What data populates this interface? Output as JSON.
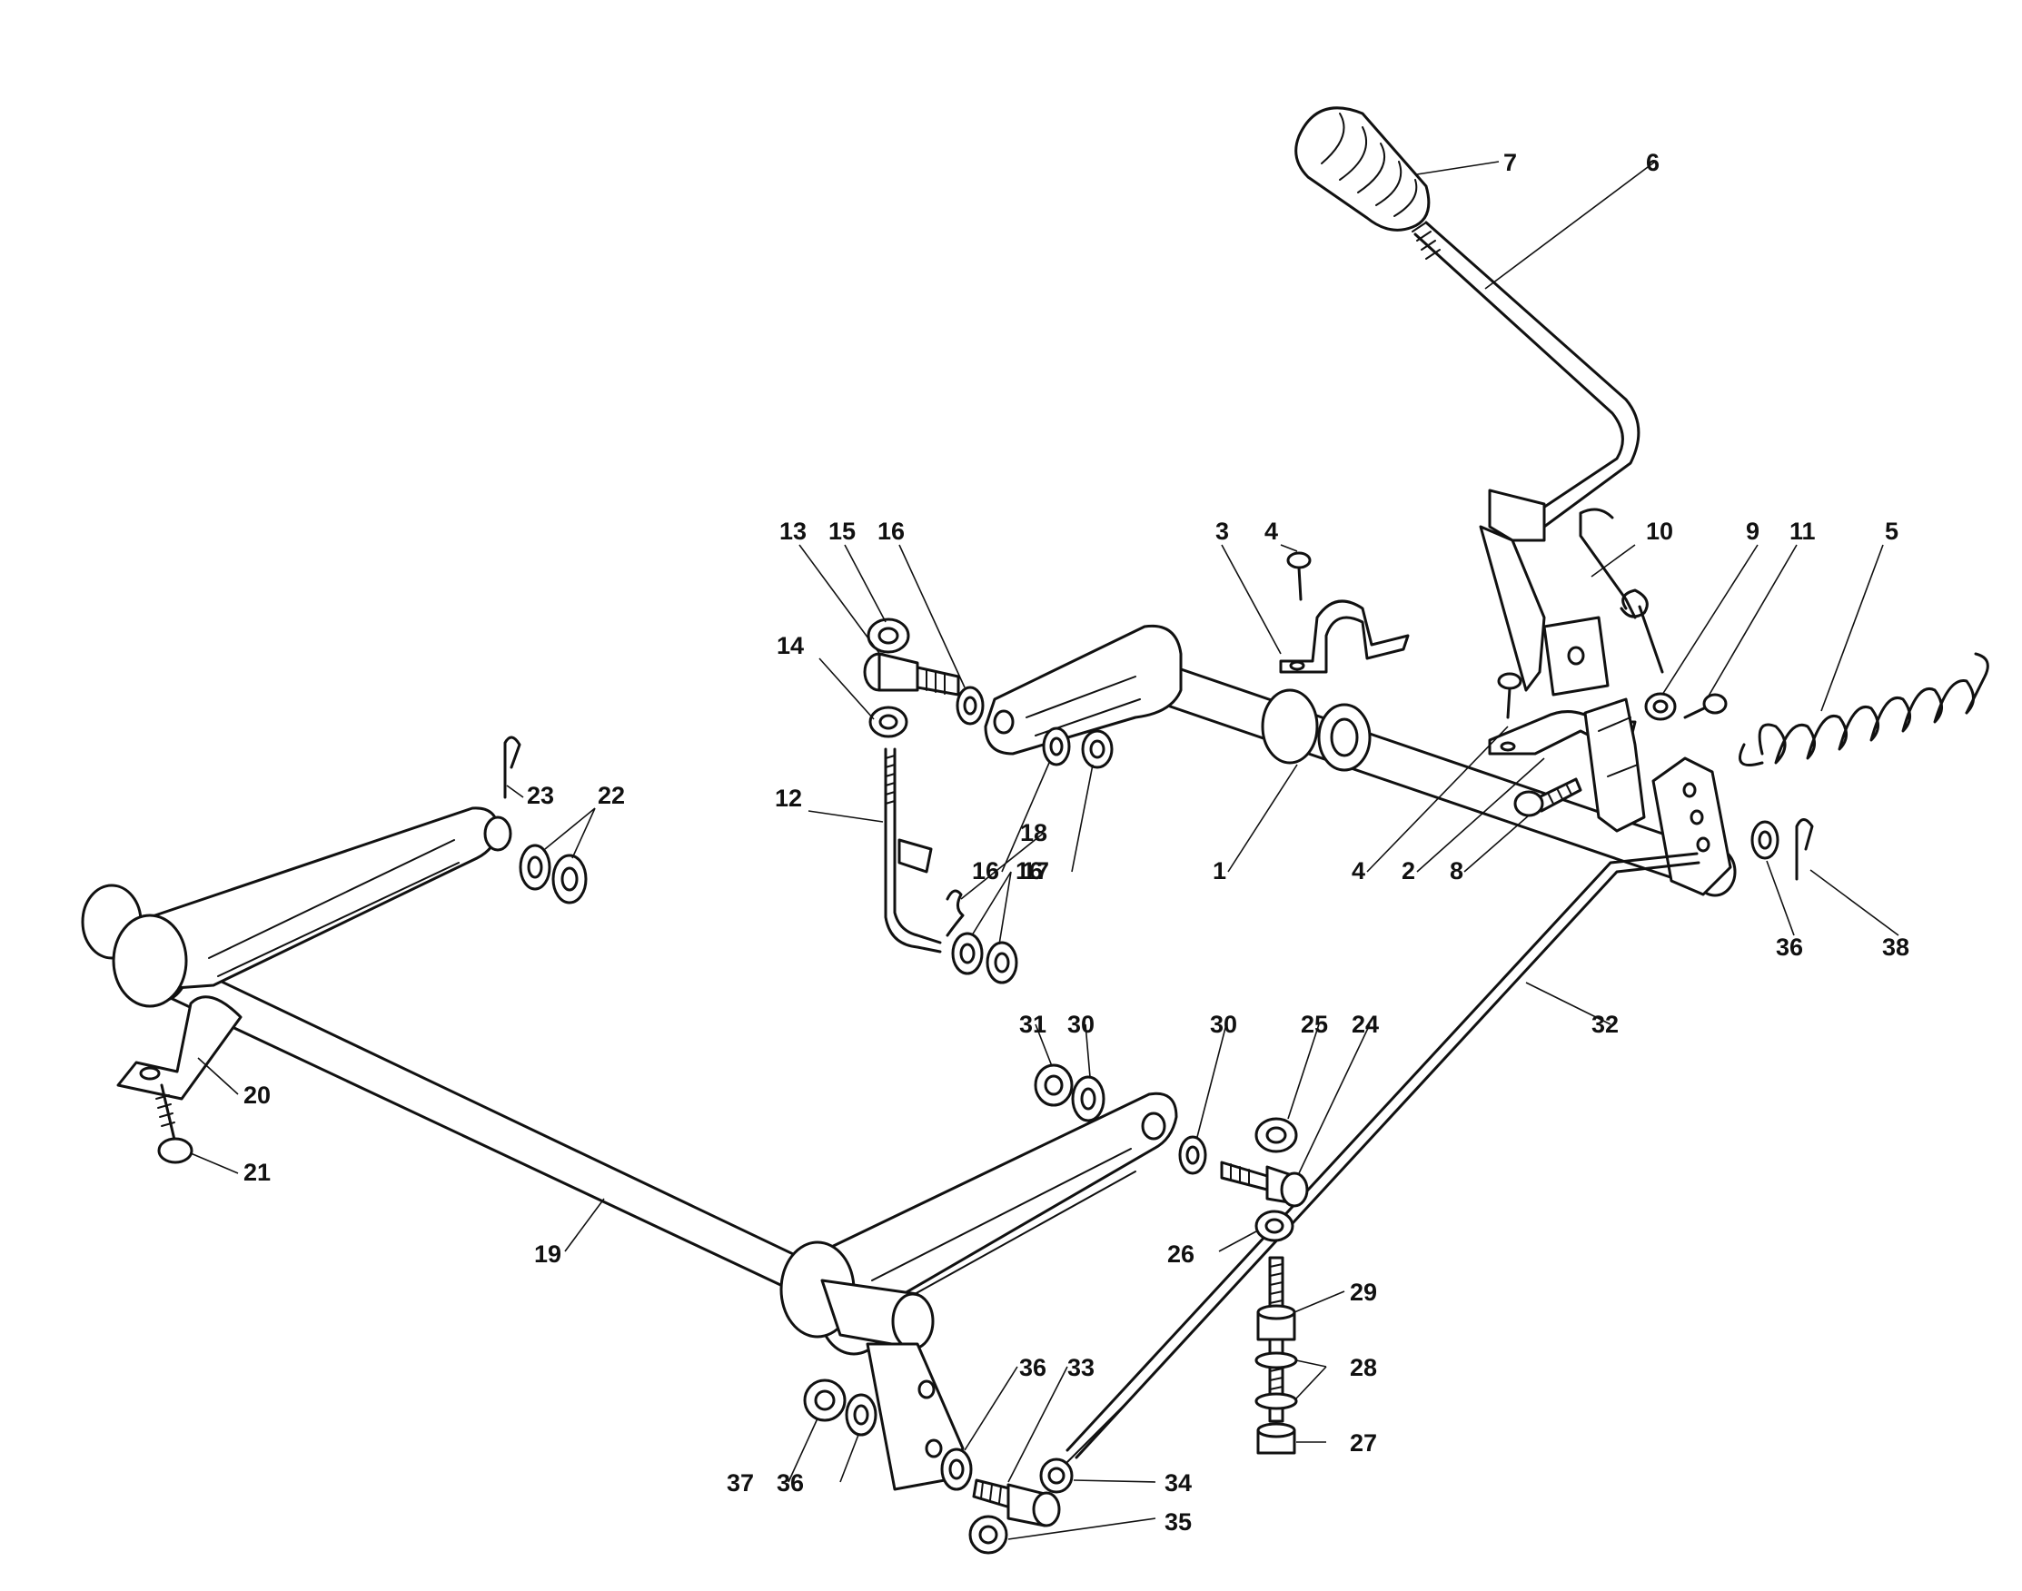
{
  "colors": {
    "ink": "#111111",
    "background": "#ffffff"
  },
  "callouts": [
    {
      "id": "c7",
      "text": "7"
    },
    {
      "id": "c6",
      "text": "6"
    },
    {
      "id": "c13",
      "text": "13"
    },
    {
      "id": "c15",
      "text": "15"
    },
    {
      "id": "c16a",
      "text": "16"
    },
    {
      "id": "c3",
      "text": "3"
    },
    {
      "id": "c4a",
      "text": "4"
    },
    {
      "id": "c10",
      "text": "10"
    },
    {
      "id": "c9",
      "text": "9"
    },
    {
      "id": "c11",
      "text": "11"
    },
    {
      "id": "c5",
      "text": "5"
    },
    {
      "id": "c14",
      "text": "14"
    },
    {
      "id": "c12",
      "text": "12"
    },
    {
      "id": "c16b",
      "text": "16"
    },
    {
      "id": "c17",
      "text": "17"
    },
    {
      "id": "c18",
      "text": "18"
    },
    {
      "id": "c16c",
      "text": "16"
    },
    {
      "id": "c23",
      "text": "23"
    },
    {
      "id": "c22",
      "text": "22"
    },
    {
      "id": "c1",
      "text": "1"
    },
    {
      "id": "c4b",
      "text": "4"
    },
    {
      "id": "c2",
      "text": "2"
    },
    {
      "id": "c8",
      "text": "8"
    },
    {
      "id": "c36a",
      "text": "36"
    },
    {
      "id": "c38",
      "text": "38"
    },
    {
      "id": "c32",
      "text": "32"
    },
    {
      "id": "c31",
      "text": "31"
    },
    {
      "id": "c30a",
      "text": "30"
    },
    {
      "id": "c30b",
      "text": "30"
    },
    {
      "id": "c25",
      "text": "25"
    },
    {
      "id": "c24",
      "text": "24"
    },
    {
      "id": "c20",
      "text": "20"
    },
    {
      "id": "c21",
      "text": "21"
    },
    {
      "id": "c19",
      "text": "19"
    },
    {
      "id": "c26",
      "text": "26"
    },
    {
      "id": "c29",
      "text": "29"
    },
    {
      "id": "c28",
      "text": "28"
    },
    {
      "id": "c27",
      "text": "27"
    },
    {
      "id": "c36b",
      "text": "36"
    },
    {
      "id": "c33",
      "text": "33"
    },
    {
      "id": "c34",
      "text": "34"
    },
    {
      "id": "c37",
      "text": "37"
    },
    {
      "id": "c36c",
      "text": "36"
    },
    {
      "id": "c35",
      "text": "35"
    }
  ]
}
